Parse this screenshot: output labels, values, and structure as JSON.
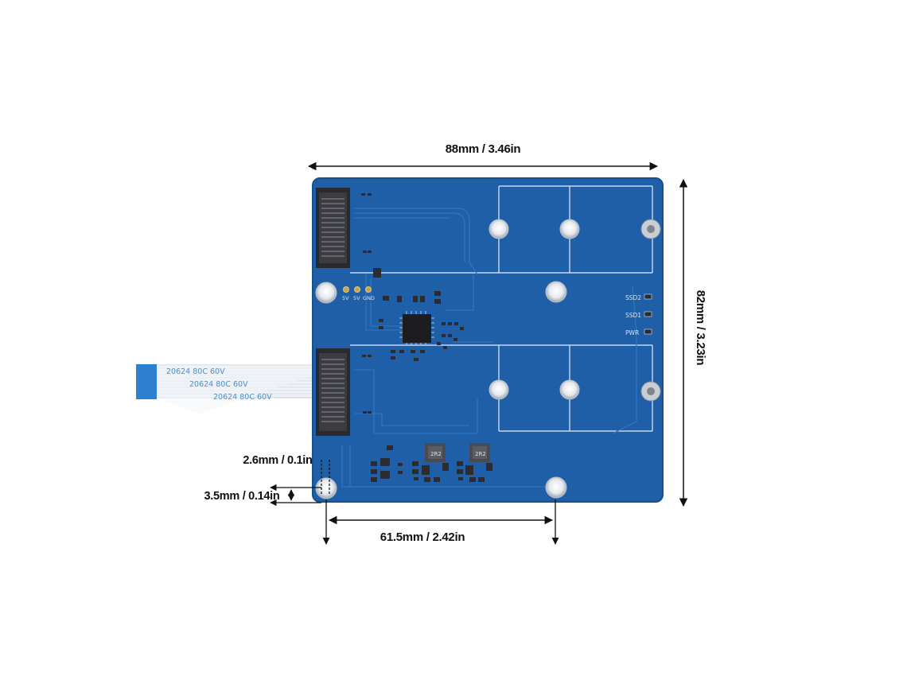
{
  "dimensions": {
    "width": "88mm / 3.46in",
    "height": "82mm / 3.23in",
    "hole_spacing": "61.5mm / 2.42in",
    "edge_offset_x": "2.6mm / 0.1in",
    "edge_offset_y": "3.5mm / 0.14in"
  },
  "board": {
    "power_pins": [
      "5V",
      "5V",
      "GND"
    ],
    "indicators": [
      "SSD2",
      "SSD1",
      "PWR"
    ],
    "inductor_labels": [
      "2R2",
      "2R2"
    ]
  },
  "cable": {
    "print_lines": [
      "20624  80C  60V",
      "20624  80C  60V",
      "20624  80C  60V"
    ]
  },
  "colors": {
    "pcb": "#1e5fa8",
    "pcb_trace": "#2f74c0",
    "silkscreen": "#d8e4f0",
    "cable_tab": "#2d7fd2",
    "arrow": "#111111"
  }
}
